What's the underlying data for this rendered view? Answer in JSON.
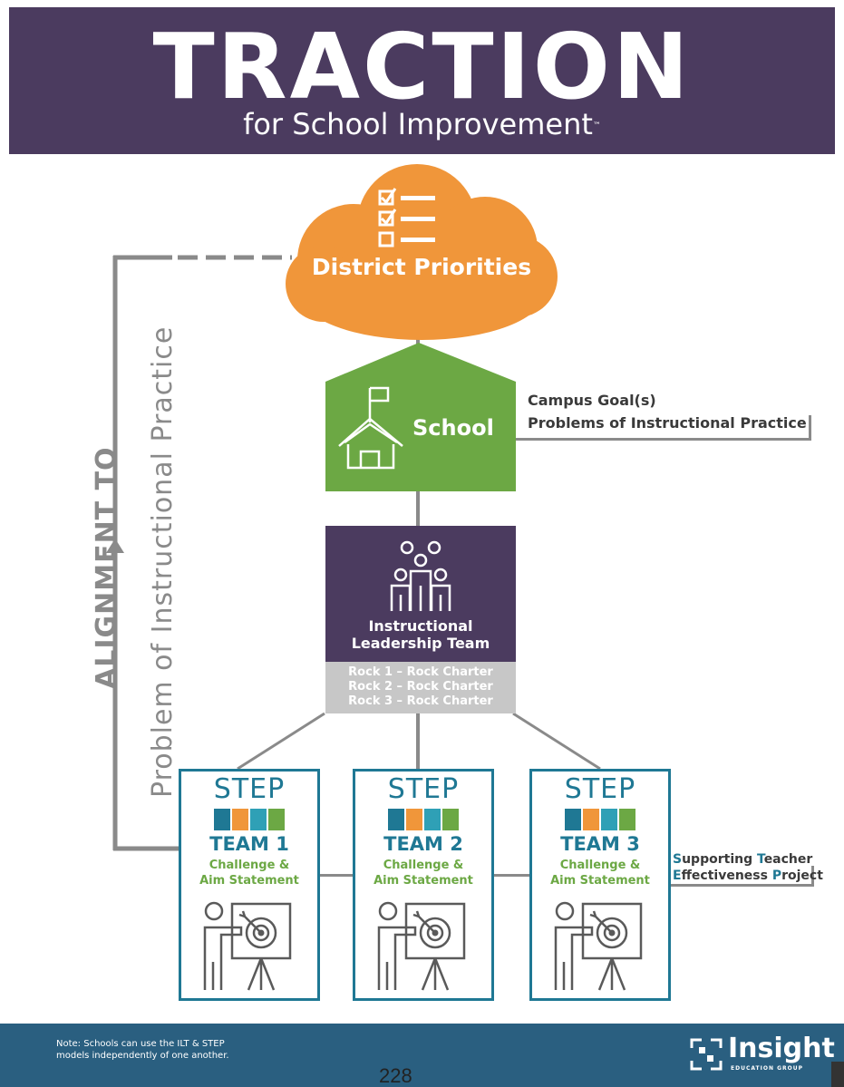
{
  "header": {
    "title": "TRACTION",
    "subtitle": "for School Improvement",
    "trademark": "™"
  },
  "district": {
    "label": "District Priorities",
    "icon": "checklist-icon"
  },
  "school": {
    "label": "School",
    "icon": "schoolhouse-icon",
    "campus_goals": "Campus Goal(s)",
    "problems": "Problems of Instructional Practice"
  },
  "ilt": {
    "label_line1": "Instructional",
    "label_line2": "Leadership Team",
    "icon": "team-people-icon",
    "rocks": [
      "Rock 1 – Rock Charter",
      "Rock 2 – Rock Charter",
      "Rock 3 – Rock Charter"
    ]
  },
  "teams": [
    {
      "step": "STEP",
      "name": "TEAM 1",
      "line1": "Challenge &",
      "line2": "Aim Statement"
    },
    {
      "step": "STEP",
      "name": "TEAM 2",
      "line1": "Challenge &",
      "line2": "Aim Statement"
    },
    {
      "step": "STEP",
      "name": "TEAM 3",
      "line1": "Challenge &",
      "line2": "Aim Statement"
    }
  ],
  "step_desc": {
    "s": "S",
    "upporting": "upporting ",
    "t": "T",
    "eacher": "eacher",
    "e": "E",
    "ffectiveness": "ffectiveness ",
    "p": "P",
    "roject": "roject"
  },
  "alignment": {
    "line1": "ALIGNMENT TO",
    "line2": "Problem of Instructional Practice"
  },
  "footer": {
    "note_line1": "Note: Schools can use the ILT & STEP",
    "note_line2": "models independently of one another.",
    "page_number": "228",
    "brand": "Insight",
    "brand_sub": "EDUCATION GROUP"
  },
  "colors": {
    "purple": "#4b3b5f",
    "orange": "#f0963a",
    "green": "#6ca844",
    "teal": "#1f7894",
    "gray": "#8a8a8a",
    "footer_blue": "#2a5f80"
  }
}
